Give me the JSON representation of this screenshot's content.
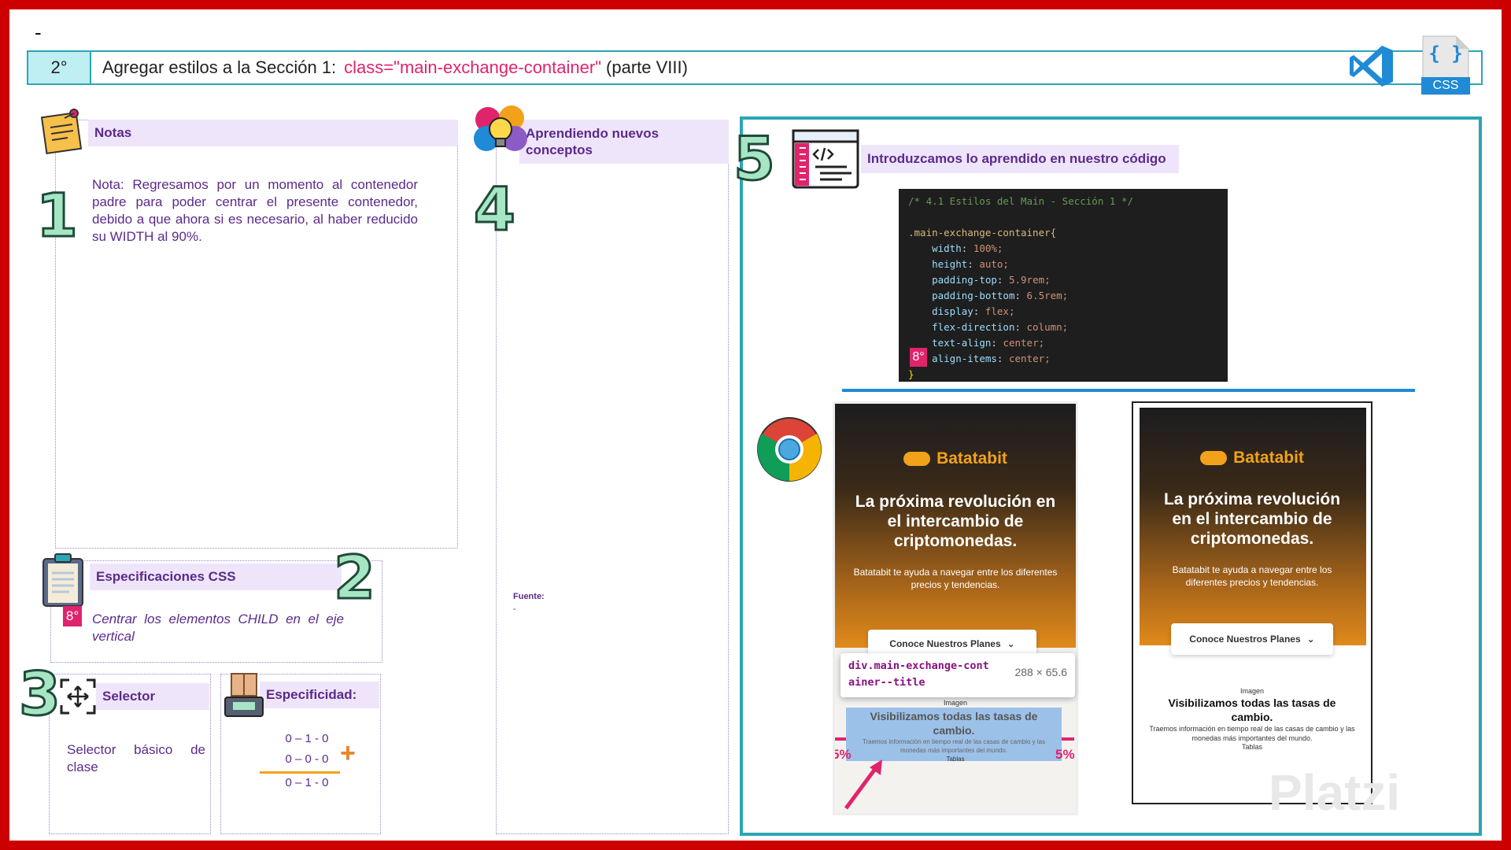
{
  "page": {
    "dash": "-"
  },
  "header": {
    "step": "2°",
    "title_prefix": "Agregar estilos a la Sección 1:",
    "class_name": "class=\"main-exchange-container\"",
    "title_suffix": "(parte VIII)",
    "css_badge": "CSS",
    "css_braces": "{ }"
  },
  "notas": {
    "label": "Notas",
    "number": "1",
    "text": "Nota: Regresamos por un momento al contenedor padre para poder centrar el presente contenedor, debido a que ahora si es necesario, al haber reducido su WIDTH al 90%."
  },
  "especificaciones": {
    "label": "Especificaciones CSS",
    "number": "2",
    "badge": "8°",
    "text": "Centrar los elementos CHILD en el eje vertical"
  },
  "selector": {
    "number": "3",
    "label": "Selector",
    "text": "Selector básico de clase"
  },
  "especificidad": {
    "label": "Especificidad:",
    "rows": [
      "0 – 1 - 0",
      "0 – 0 - 0",
      "0 – 1 - 0"
    ],
    "plus": "+"
  },
  "aprendiendo": {
    "label": "Aprendiendo nuevos conceptos",
    "number": "4",
    "fuente_label": "Fuente:",
    "fuente_value": "-"
  },
  "codigo": {
    "number": "5",
    "label": "Introduzcamos lo aprendido en nuestro código",
    "badge": "8°",
    "comment": "/* 4.1 Estilos del Main - Sección 1 */",
    "selector": ".main-exchange-container{",
    "props": [
      {
        "p": "width",
        "v": "100%;"
      },
      {
        "p": "height",
        "v": "auto;"
      },
      {
        "p": "padding-top",
        "v": "5.9rem;"
      },
      {
        "p": "padding-bottom",
        "v": "6.5rem;"
      },
      {
        "p": "display",
        "v": "flex;"
      },
      {
        "p": "flex-direction",
        "v": "column;"
      },
      {
        "p": "text-align",
        "v": "center;"
      },
      {
        "p": "align-items",
        "v": "center;"
      }
    ],
    "close": "}"
  },
  "preview": {
    "brand": "Batatabit",
    "headline": "La próxima revolución en el intercambio de criptomonedas.",
    "subtext": "Batatabit te ayuda a navegar entre los diferentes precios y tendencias.",
    "button": "Conoce Nuestros Planes",
    "image_label": "Imagen",
    "section_title": "Visibilizamos todas las tasas de cambio.",
    "section_text": "Traemos información en tiempo real de las casas de cambio y las monedas más importantes del mundo.",
    "tables_label": "Tablas",
    "tooltip_selector": "div.main-exchange-cont ainer--title",
    "tooltip_size": "288 × 65.6",
    "margin_left": "5%",
    "margin_right": "5%"
  },
  "watermark": "Platzi",
  "colors": {
    "accent": "#e0246c",
    "teal": "#2aa6b4",
    "frame": "#cc0000",
    "purple": "#5b2a8a"
  }
}
